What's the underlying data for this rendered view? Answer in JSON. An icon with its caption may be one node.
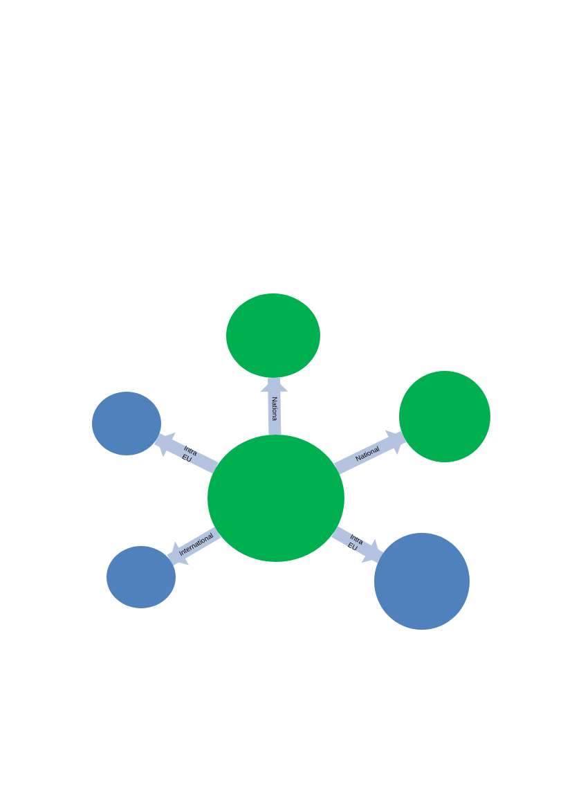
{
  "diagram": {
    "nodes": [
      {
        "text": [],
        "shape": "circle"
      },
      {
        "text": [],
        "shape": "circle"
      },
      {
        "text": [],
        "shape": "circle"
      },
      {
        "text": [],
        "shape": "circle"
      },
      {
        "text": [],
        "shape": "circle"
      },
      {
        "text": [],
        "shape": "circle"
      }
    ],
    "edges": [
      {
        "from": 3,
        "to": 0,
        "arrow": "to",
        "label": "Nationa"
      },
      {
        "from": 3,
        "to": 1,
        "arrow": "to",
        "label": "National"
      },
      {
        "from": 3,
        "to": 2,
        "arrow": "to",
        "label": "Intra EU"
      },
      {
        "from": 3,
        "to": 4,
        "arrow": "to",
        "label": "International"
      },
      {
        "from": 3,
        "to": 5,
        "arrow": "to",
        "label": "Intra EU"
      }
    ]
  }
}
